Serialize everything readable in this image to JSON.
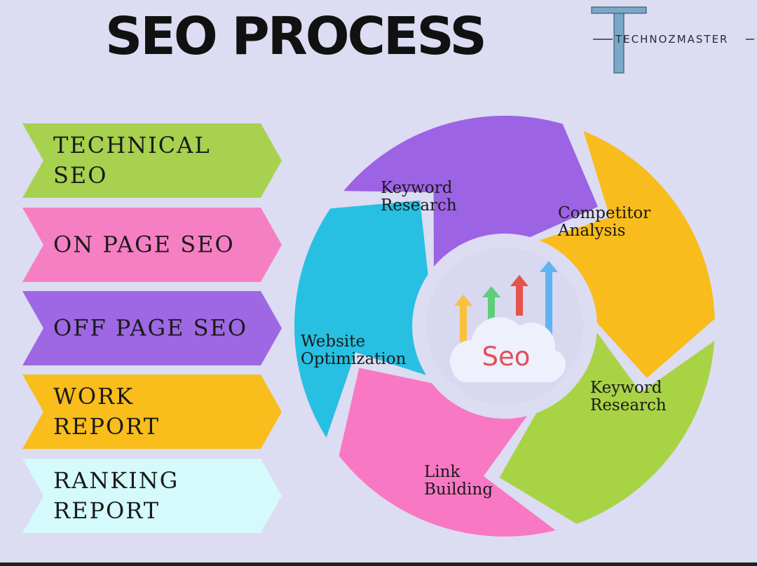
{
  "title": "SEO PROCESS",
  "logo": {
    "letter": "T",
    "text": "TECHNOZMASTER"
  },
  "steps": [
    {
      "label": "TECHNICAL\nSEO",
      "color": "#a8d14f"
    },
    {
      "label": "ON PAGE SEO",
      "color": "#f67fc3"
    },
    {
      "label": "OFF PAGE SEO",
      "color": "#9e67e3"
    },
    {
      "label": "WORK\nREPORT",
      "color": "#f9bd1c"
    },
    {
      "label": "RANKING\nREPORT",
      "color": "#d4fafb"
    }
  ],
  "cycle": {
    "segments": [
      {
        "lines": [
          "Keyword",
          "Research"
        ],
        "color": "#9c63e4"
      },
      {
        "lines": [
          "Competitor",
          "Analysis"
        ],
        "color": "#f8bc1c"
      },
      {
        "lines": [
          "Keyword",
          "Research"
        ],
        "color": "#a8d345"
      },
      {
        "lines": [
          "Link",
          "Building"
        ],
        "color": "#f878c4"
      },
      {
        "lines": [
          "Website",
          "Optimization"
        ],
        "color": "#27c0e2"
      }
    ],
    "center_text": "Seo",
    "arrow_colors": [
      "#f9c13c",
      "#5fcd7a",
      "#e5534b",
      "#5fb4f0"
    ]
  }
}
